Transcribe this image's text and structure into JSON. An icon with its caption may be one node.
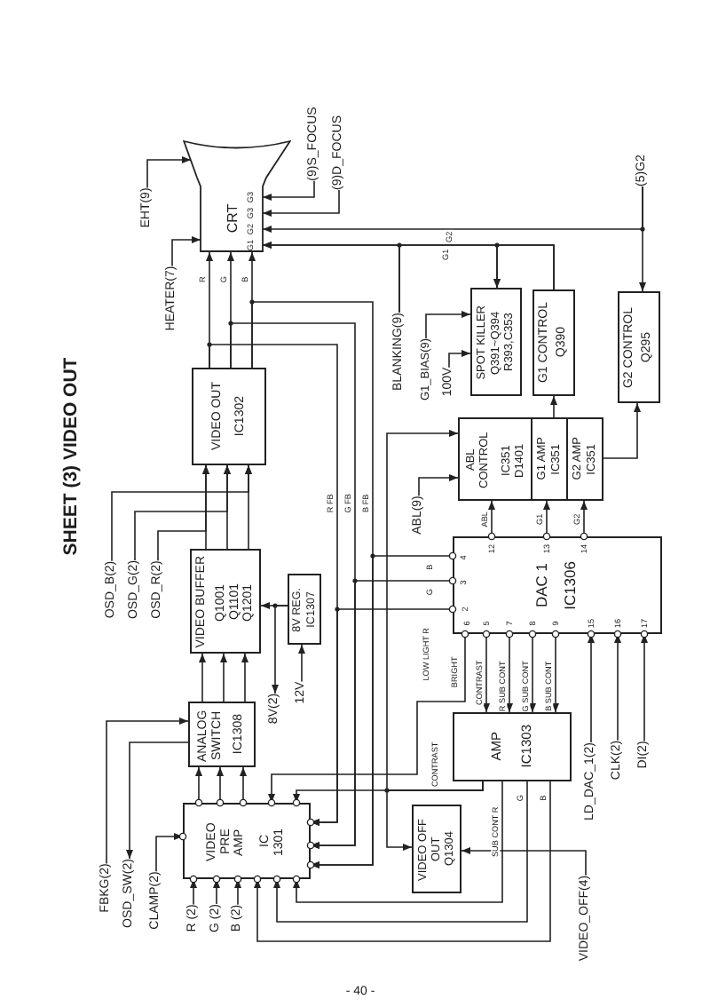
{
  "diagram": {
    "title": "SHEET (3) VIDEO OUT",
    "nodes": [
      {
        "text": [
          "CRT"
        ]
      },
      {
        "text": [
          "EHT(9)"
        ]
      },
      {
        "text": [
          "HEATER(7)"
        ]
      },
      {
        "text": [
          "(9)S_FOCUS"
        ]
      },
      {
        "text": [
          "(9)D_FOCUS"
        ]
      },
      {
        "text": [
          "VIDEO OUT",
          "IC1302"
        ]
      },
      {
        "text": [
          "VIDEO BUFFER",
          "Q1001 Q1101 Q1201"
        ]
      },
      {
        "text": [
          "OSD_B(2)"
        ]
      },
      {
        "text": [
          "OSD_G(2)"
        ]
      },
      {
        "text": [
          "OSD_R(2)"
        ]
      },
      {
        "text": [
          "8V REG.",
          "IC1307"
        ]
      },
      {
        "text": [
          "8V(2)"
        ]
      },
      {
        "text": [
          "12V"
        ]
      },
      {
        "text": [
          "ANALOG SWITCH",
          "IC1308"
        ]
      },
      {
        "text": [
          "FBKG(2)"
        ]
      },
      {
        "text": [
          "OSD_SW(2)"
        ]
      },
      {
        "text": [
          "VIDEO PRE AMP",
          "IC 1301"
        ]
      },
      {
        "text": [
          "CLAMP(2)"
        ]
      },
      {
        "text": [
          "R (2)"
        ]
      },
      {
        "text": [
          "G (2)"
        ]
      },
      {
        "text": [
          "B (2)"
        ]
      },
      {
        "text": [
          "(5)G2"
        ]
      },
      {
        "text": [
          "BLANKING(9)"
        ]
      },
      {
        "text": [
          "G1_BIAS(9)"
        ]
      },
      {
        "text": [
          "100V"
        ]
      },
      {
        "text": [
          "SPOT KILLER",
          "Q391~Q394 R393,C353"
        ]
      },
      {
        "text": [
          "G1 CONTROL",
          "Q390"
        ]
      },
      {
        "text": [
          "G2 CONTROL",
          "Q295"
        ]
      },
      {
        "text": [
          "ABL CONTROL",
          "IC351 D1401"
        ]
      },
      {
        "text": [
          "G1 AMP",
          "IC351"
        ]
      },
      {
        "text": [
          "G2 AMP",
          "IC351"
        ]
      },
      {
        "text": [
          "ABL(9)"
        ]
      },
      {
        "text": [
          "DAC 1",
          "IC1306"
        ]
      },
      {
        "text": [
          "AMP",
          "IC1303"
        ]
      },
      {
        "text": [
          "VIDEO OFF OUT",
          "Q1304"
        ]
      },
      {
        "text": [
          "VIDEO_OFF(4)"
        ]
      },
      {
        "text": [
          "LD_DAC_1(2)"
        ]
      },
      {
        "text": [
          "CLK(2)"
        ]
      },
      {
        "text": [
          "DI(2)"
        ]
      }
    ],
    "edges": [
      {
        "from": 1,
        "to": 0,
        "arrow": "to"
      },
      {
        "from": 2,
        "to": 0,
        "arrow": "to"
      },
      {
        "from": 3,
        "to": 0,
        "arrow": "to"
      },
      {
        "from": 4,
        "to": 0,
        "arrow": "to"
      },
      {
        "from": 21,
        "to": 0,
        "arrow": "to",
        "label": "G2"
      },
      {
        "from": 21,
        "to": 27,
        "arrow": "to"
      },
      {
        "from": 22,
        "to": 0,
        "arrow": "to"
      },
      {
        "from": 26,
        "to": 0,
        "arrow": "to",
        "label": "G1"
      },
      {
        "from": 26,
        "to": 25,
        "arrow": "to"
      },
      {
        "from": 23,
        "to": 25,
        "arrow": "to"
      },
      {
        "from": 24,
        "to": 25,
        "arrow": "to"
      },
      {
        "from": 5,
        "to": 0,
        "arrow": "to",
        "label": "R"
      },
      {
        "from": 5,
        "to": 0,
        "arrow": "to",
        "label": "G"
      },
      {
        "from": 5,
        "to": 0,
        "arrow": "to",
        "label": "B"
      },
      {
        "from": 5,
        "to": 16,
        "arrow": "to",
        "label": "R FB"
      },
      {
        "from": 5,
        "to": 16,
        "arrow": "to",
        "label": "G FB"
      },
      {
        "from": 5,
        "to": 16,
        "arrow": "to",
        "label": "B FB"
      },
      {
        "from": 6,
        "to": 5,
        "arrow": "to"
      },
      {
        "from": 6,
        "to": 5,
        "arrow": "to"
      },
      {
        "from": 6,
        "to": 5,
        "arrow": "to"
      },
      {
        "from": 7,
        "to": 5,
        "arrow": "to"
      },
      {
        "from": 8,
        "to": 5,
        "arrow": "to"
      },
      {
        "from": 9,
        "to": 5,
        "arrow": "to"
      },
      {
        "from": 10,
        "to": 6,
        "arrow": "to"
      },
      {
        "from": 10,
        "to": 11,
        "arrow": "to"
      },
      {
        "from": 12,
        "to": 10,
        "arrow": "to"
      },
      {
        "from": 13,
        "to": 6,
        "arrow": "to"
      },
      {
        "from": 13,
        "to": 6,
        "arrow": "to"
      },
      {
        "from": 13,
        "to": 6,
        "arrow": "to"
      },
      {
        "from": 14,
        "to": 13,
        "arrow": "to"
      },
      {
        "from": 13,
        "to": 15,
        "arrow": "to"
      },
      {
        "from": 16,
        "to": 13,
        "arrow": "to"
      },
      {
        "from": 16,
        "to": 13,
        "arrow": "to"
      },
      {
        "from": 16,
        "to": 13,
        "arrow": "to"
      },
      {
        "from": 17,
        "to": 16,
        "arrow": "to"
      },
      {
        "from": 18,
        "to": 16,
        "arrow": "to"
      },
      {
        "from": 19,
        "to": 16,
        "arrow": "to"
      },
      {
        "from": 20,
        "to": 16,
        "arrow": "to"
      },
      {
        "from": 29,
        "to": 26,
        "arrow": "to"
      },
      {
        "from": 30,
        "to": 27,
        "arrow": "to"
      },
      {
        "from": 31,
        "to": 28,
        "arrow": "to"
      },
      {
        "from": 32,
        "to": 28,
        "arrow": "to",
        "label": "ABL"
      },
      {
        "from": 32,
        "to": 29,
        "arrow": "to",
        "label": "G1"
      },
      {
        "from": 32,
        "to": 30,
        "arrow": "to",
        "label": "G2"
      },
      {
        "from": 32,
        "to": 16,
        "arrow": "to",
        "label": "B"
      },
      {
        "from": 32,
        "to": 16,
        "arrow": "to",
        "label": "G"
      },
      {
        "from": 32,
        "to": 16,
        "arrow": "to",
        "label": "LOW LIGHT R"
      },
      {
        "from": 32,
        "to": 33,
        "arrow": "to",
        "label": "CONTRAST"
      },
      {
        "from": 32,
        "to": 33,
        "arrow": "to",
        "label": "R SUB CONT"
      },
      {
        "from": 32,
        "to": 33,
        "arrow": "to",
        "label": "G SUB CONT"
      },
      {
        "from": 32,
        "to": 33,
        "arrow": "to",
        "label": "B SUB CONT"
      },
      {
        "from": 36,
        "to": 32,
        "arrow": "to"
      },
      {
        "from": 37,
        "to": 32,
        "arrow": "to"
      },
      {
        "from": 38,
        "to": 32,
        "arrow": "to"
      },
      {
        "from": 33,
        "to": 16,
        "arrow": "to",
        "label": "SUB CONT R"
      },
      {
        "from": 33,
        "to": 16,
        "arrow": "to",
        "label": "G"
      },
      {
        "from": 33,
        "to": 16,
        "arrow": "to",
        "label": "B"
      },
      {
        "from": 33,
        "to": 16,
        "arrow": "to",
        "label": "CONTRAST"
      },
      {
        "from": 32,
        "to": 16,
        "arrow": "to",
        "label": "BRIGHT"
      },
      {
        "from": 35,
        "to": 34,
        "arrow": "to"
      },
      {
        "from": 33,
        "to": 34,
        "arrow": "to"
      },
      {
        "from": 33,
        "to": 28,
        "arrow": "to"
      },
      {
        "from": 22,
        "to": 25,
        "arrow": "to"
      }
    ],
    "labels": [
      "G3",
      "G3",
      "G2",
      "G1",
      "12",
      "13",
      "14",
      "4",
      "3",
      "2",
      "6",
      "5",
      "7",
      "8",
      "9",
      "15",
      "16",
      "17",
      "- 40 -"
    ]
  }
}
